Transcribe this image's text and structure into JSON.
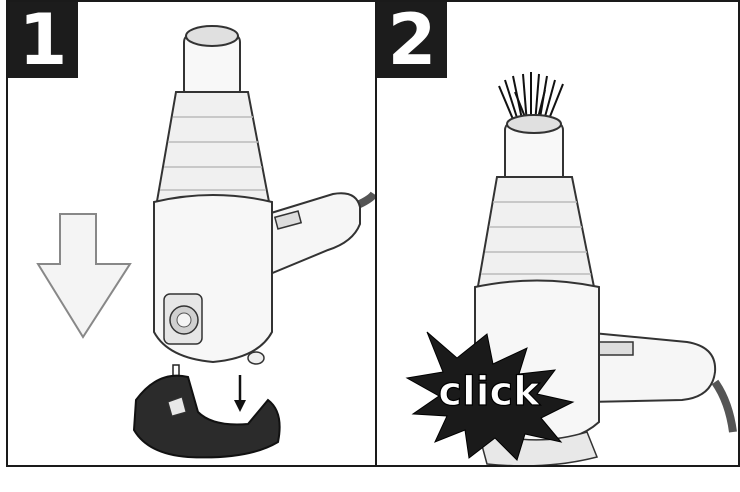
{
  "steps": [
    {
      "number": "1"
    },
    {
      "number": "2"
    }
  ],
  "callout": {
    "text": "click"
  }
}
